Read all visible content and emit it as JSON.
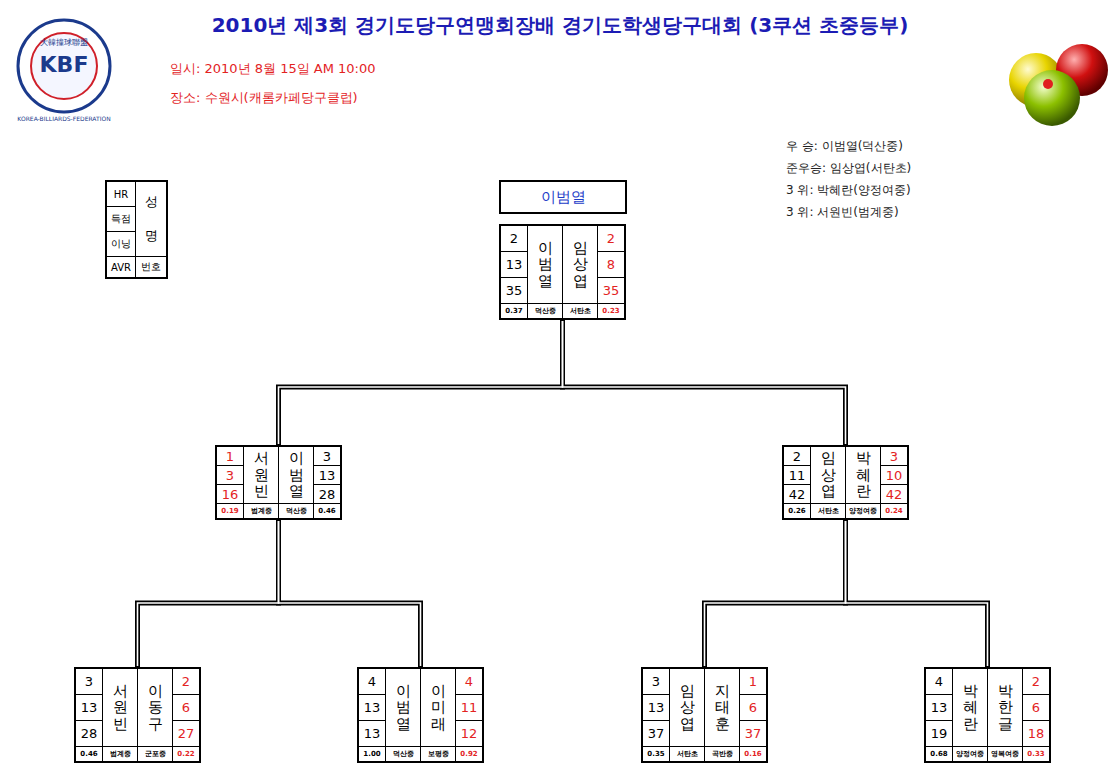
{
  "diagram": {
    "title": "2010년 제3회 경기도당구연맹회장배 경기도학생당구대회 (3쿠션 초중등부)",
    "nodes": [
      {
        "text": [
          "HR",
          "득점",
          "이닝",
          "성명",
          "AVR",
          "번호"
        ]
      },
      {
        "text": [
          "이범열"
        ]
      },
      {
        "text": [
          "2",
          "13",
          "35",
          "이범열",
          "임상엽",
          "2",
          "8",
          "35",
          "0.37",
          "덕산중",
          "서탄초",
          "0.23"
        ]
      },
      {
        "text": [
          "1",
          "3",
          "16",
          "서원빈",
          "이범열",
          "3",
          "13",
          "28",
          "0.19",
          "범계중",
          "덕산중",
          "0.46"
        ]
      },
      {
        "text": [
          "2",
          "11",
          "42",
          "임상엽",
          "박혜란",
          "3",
          "10",
          "42",
          "0.26",
          "서탄초",
          "양정여중",
          "0.24"
        ]
      },
      {
        "text": [
          "3",
          "13",
          "28",
          "서원빈",
          "이동구",
          "2",
          "6",
          "27",
          "0.46",
          "범계중",
          "군포중",
          "0.22"
        ]
      },
      {
        "text": [
          "4",
          "13",
          "13",
          "이범열",
          "이미래",
          "4",
          "11",
          "12",
          "1.00",
          "덕산중",
          "보평중",
          "0.92"
        ]
      },
      {
        "text": [
          "3",
          "13",
          "37",
          "임상엽",
          "지태훈",
          "1",
          "6",
          "37",
          "0.35",
          "서탄초",
          "곡반중",
          "0.16"
        ]
      },
      {
        "text": [
          "4",
          "13",
          "19",
          "박혜란",
          "박한글",
          "2",
          "6",
          "18",
          "0.68",
          "양정여중",
          "영복여중",
          "0.33"
        ]
      }
    ],
    "edges": [
      {
        "from": 3,
        "to": 2,
        "arrow": "none"
      },
      {
        "from": 4,
        "to": 2,
        "arrow": "none"
      },
      {
        "from": 5,
        "to": 3,
        "arrow": "none"
      },
      {
        "from": 6,
        "to": 3,
        "arrow": "none"
      },
      {
        "from": 7,
        "to": 4,
        "arrow": "none"
      },
      {
        "from": 8,
        "to": 4,
        "arrow": "none"
      }
    ],
    "labels": [
      "일시: 2010년 8월 15일 AM 10:00",
      "장소: 수원시(캐롬카페당구클럽)",
      "우 승: 이범열(덕산중)",
      "준우승: 임상엽(서탄초)",
      "3 위: 박혜란(양정여중)",
      "3 위: 서원빈(범계중)",
      "大韓撞球聯盟",
      "KBF",
      "KOREA-BILLIARDS-FEDERATION"
    ]
  }
}
